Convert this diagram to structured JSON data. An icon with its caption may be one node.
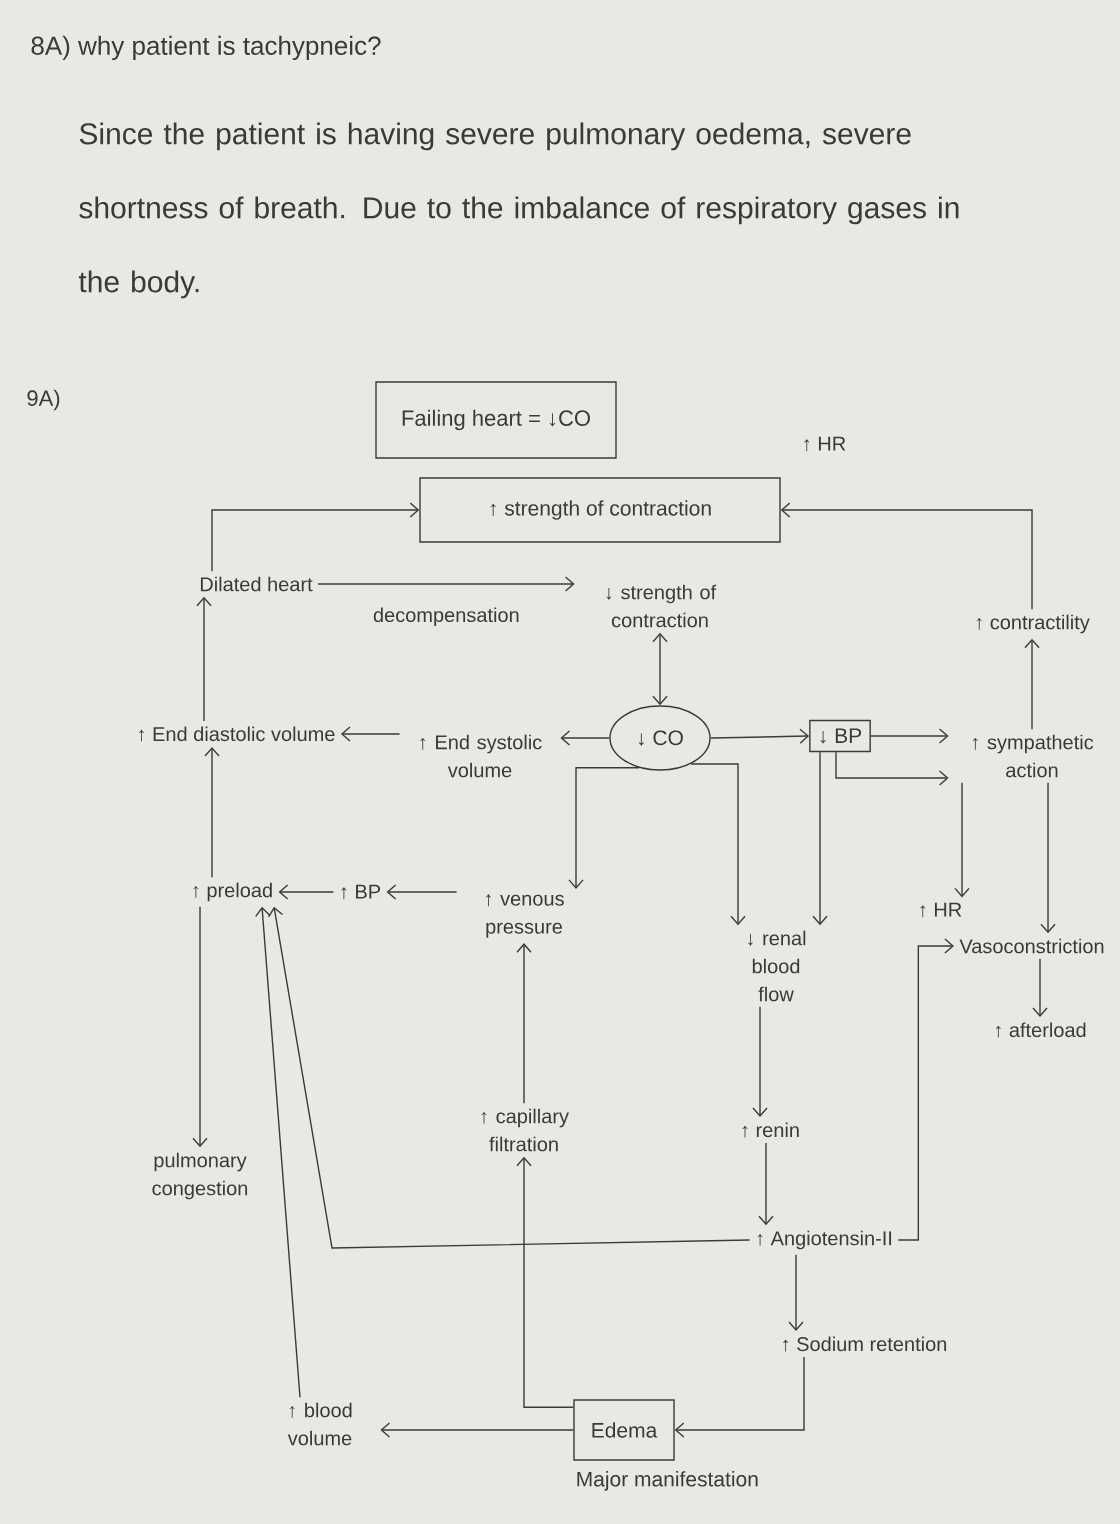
{
  "diagram": {
    "nodes": [
      {
        "text": [
          "Failing heart = ↓CO"
        ]
      },
      {
        "text": [
          "↑ strength of contraction"
        ]
      },
      {
        "text": [
          "Dilated heart"
        ]
      },
      {
        "text": [
          "↓ strength of contraction"
        ]
      },
      {
        "text": [
          "↑ End diastolic volume"
        ]
      },
      {
        "text": [
          "↑ End systolic volume"
        ]
      },
      {
        "text": [
          "↓ CO"
        ]
      },
      {
        "text": [
          "↓ BP"
        ]
      },
      {
        "text": [
          "↑ sympathetic action"
        ]
      },
      {
        "text": [
          "↑ contractility"
        ]
      },
      {
        "text": [
          "↑ preload"
        ]
      },
      {
        "text": [
          "↑ BP"
        ]
      },
      {
        "text": [
          "↑ venous pressure"
        ]
      },
      {
        "text": [
          "↓ renal blood flow"
        ]
      },
      {
        "text": [
          "↑ HR"
        ]
      },
      {
        "text": [
          "Vasoconstriction"
        ]
      },
      {
        "text": [
          "↑ capillary filtration"
        ]
      },
      {
        "text": [
          "↑ afterload"
        ]
      },
      {
        "text": [
          "pulmonary congestion"
        ]
      },
      {
        "text": [
          "↑ renin"
        ]
      },
      {
        "text": [
          "↑ Angiotensin-II"
        ]
      },
      {
        "text": [
          "↑ Sodium retention"
        ]
      },
      {
        "text": [
          "↑ blood volume"
        ]
      },
      {
        "text": [
          "Edema"
        ],
        "beside": [
          "Major manifestation"
        ]
      }
    ],
    "edges": [
      {
        "from": 2,
        "to": 1,
        "arrow": "to"
      },
      {
        "from": 2,
        "to": 3,
        "arrow": "to",
        "label": "decompensation"
      },
      {
        "from": 3,
        "to": 6,
        "arrow": "both"
      },
      {
        "from": 6,
        "to": 7,
        "arrow": "to"
      },
      {
        "from": 7,
        "to": 8,
        "arrow": "to"
      },
      {
        "from": 8,
        "to": 9,
        "arrow": "to"
      },
      {
        "from": 9,
        "to": 1,
        "arrow": "to"
      },
      {
        "from": 6,
        "to": 5,
        "arrow": "to"
      },
      {
        "from": 5,
        "to": 4,
        "arrow": "to"
      },
      {
        "from": 4,
        "to": 2,
        "arrow": "to"
      },
      {
        "from": 10,
        "to": 4,
        "arrow": "to"
      },
      {
        "from": 11,
        "to": 10,
        "arrow": "to"
      },
      {
        "from": 12,
        "to": 11,
        "arrow": "to"
      },
      {
        "from": 6,
        "to": 12,
        "arrow": "to"
      },
      {
        "from": 6,
        "to": 13,
        "arrow": "to"
      },
      {
        "from": 7,
        "to": 13,
        "arrow": "to"
      },
      {
        "from": 7,
        "to": 8,
        "arrow": "to"
      },
      {
        "from": 8,
        "to": 14,
        "arrow": "to"
      },
      {
        "from": 8,
        "to": 15,
        "arrow": "to"
      },
      {
        "from": 15,
        "to": 17,
        "arrow": "to"
      },
      {
        "from": 16,
        "to": 12,
        "arrow": "to"
      },
      {
        "from": 13,
        "to": 19,
        "arrow": "to"
      },
      {
        "from": 19,
        "to": 20,
        "arrow": "to"
      },
      {
        "from": 20,
        "to": 21,
        "arrow": "to"
      },
      {
        "from": 20,
        "to": 15,
        "arrow": "to"
      },
      {
        "from": 21,
        "to": 23,
        "arrow": "to"
      },
      {
        "from": 23,
        "to": 16,
        "arrow": "to"
      },
      {
        "from": 23,
        "to": 22,
        "arrow": "to"
      },
      {
        "from": 22,
        "to": 10,
        "arrow": "to"
      },
      {
        "from": 20,
        "to": 10,
        "arrow": "to"
      },
      {
        "from": 10,
        "to": 18,
        "arrow": "to"
      }
    ],
    "labels": [
      "8A) why patient is tachypneic?",
      "Since the patient is having severe pulmonary oedema, severe shortness of breath. Due to the imbalance of respiratory gases in the body.",
      "9A)",
      "↑ HR"
    ]
  }
}
